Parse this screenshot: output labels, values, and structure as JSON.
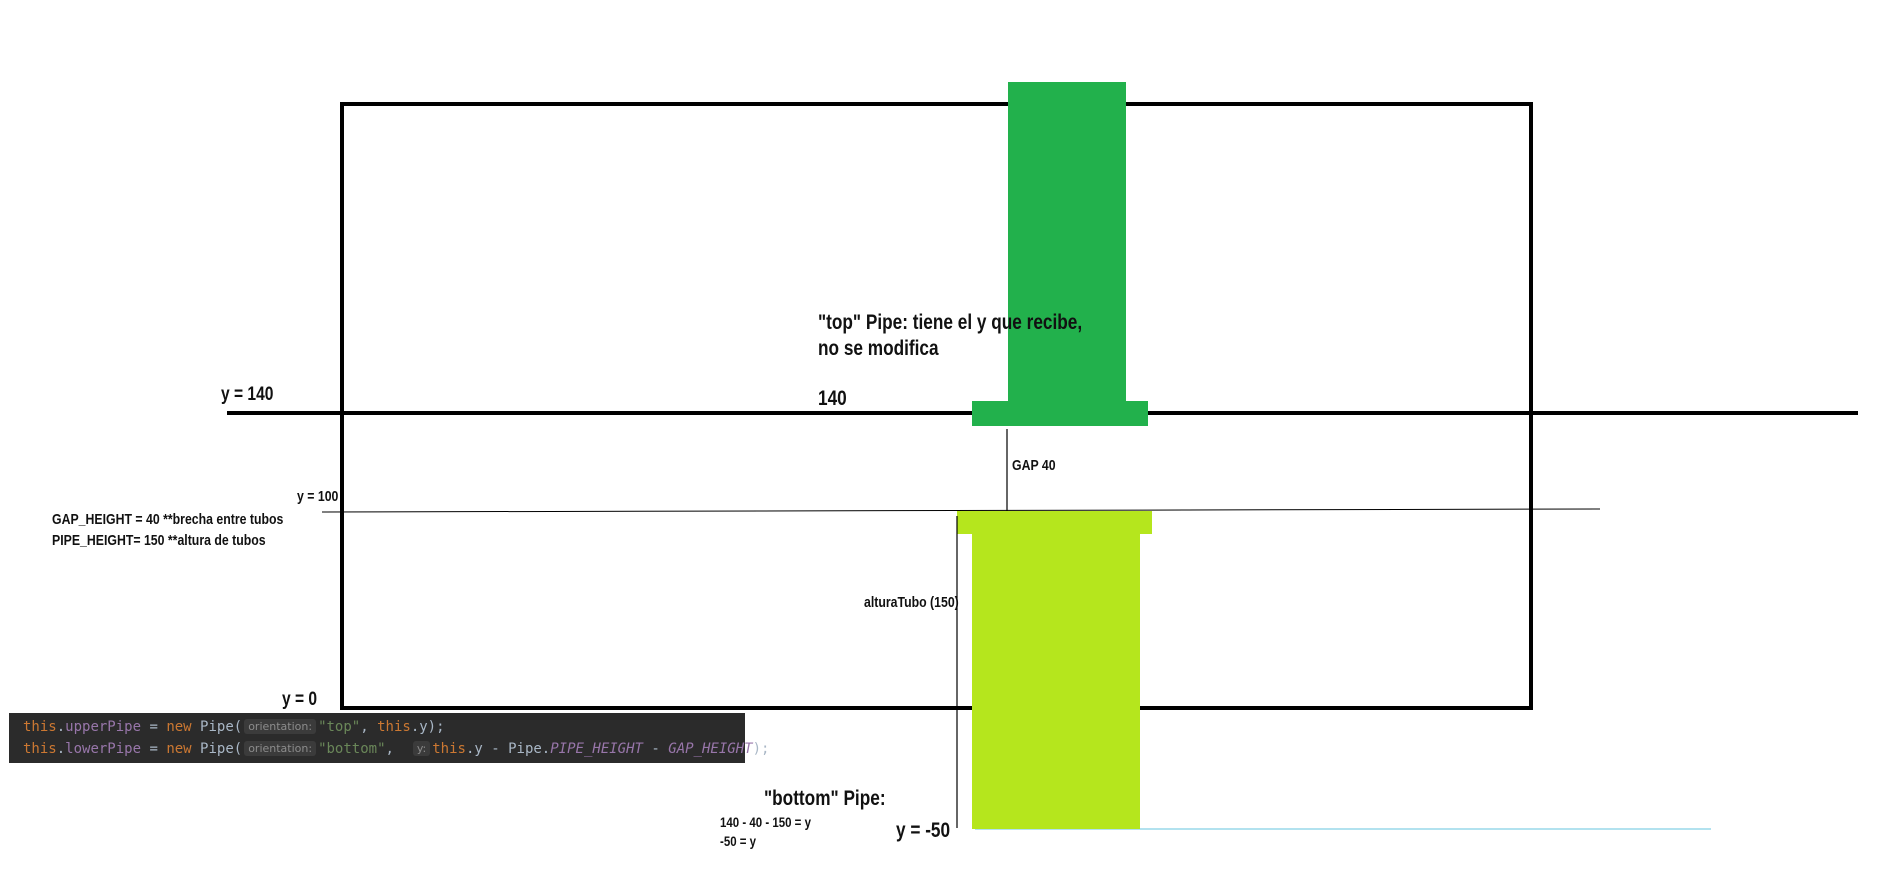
{
  "labels": {
    "top_pipe_desc_1": "\"top\" Pipe: tiene el y que recibe,",
    "top_pipe_desc_2": "no se modifica",
    "value_140": "140",
    "y140": "y = 140",
    "y100": "y = 100",
    "y0": "y = 0",
    "y_minus_50": "y = -50",
    "gap": "GAP  40",
    "altura_tubo": "alturaTubo (150)",
    "gap_height_const": "GAP_HEIGHT = 40  **brecha entre tubos",
    "pipe_height_const": "PIPE_HEIGHT= 150  **altura de tubos",
    "bottom_pipe_title": "\"bottom\" Pipe:",
    "bottom_calc_1": "140 - 40 - 150 = y",
    "bottom_calc_2": "-50 = y"
  },
  "code": {
    "line1": {
      "this": "this",
      "field": "upperPipe",
      "assign": " = ",
      "new": "new",
      "cls": " Pipe(",
      "hint": "orientation:",
      "str": "\"top\"",
      "comma": ", ",
      "this2": "this",
      "rest": ".y);"
    },
    "line2": {
      "this": "this",
      "field": "lowerPipe",
      "assign": " = ",
      "new": "new",
      "cls": " Pipe(",
      "hint": "orientation:",
      "str": "\"bottom\"",
      "comma": ",  ",
      "hint2": "y:",
      "this2": "this",
      "mid1": ".y - Pipe.",
      "const1": "PIPE_HEIGHT",
      "mid2": " - ",
      "const2": "GAP_HEIGHT",
      "end": ");"
    }
  },
  "colors": {
    "top_pipe": "#22b14c",
    "bottom_pipe": "#b5e61d",
    "line": "#000000",
    "baseline": "#99d9ea"
  }
}
